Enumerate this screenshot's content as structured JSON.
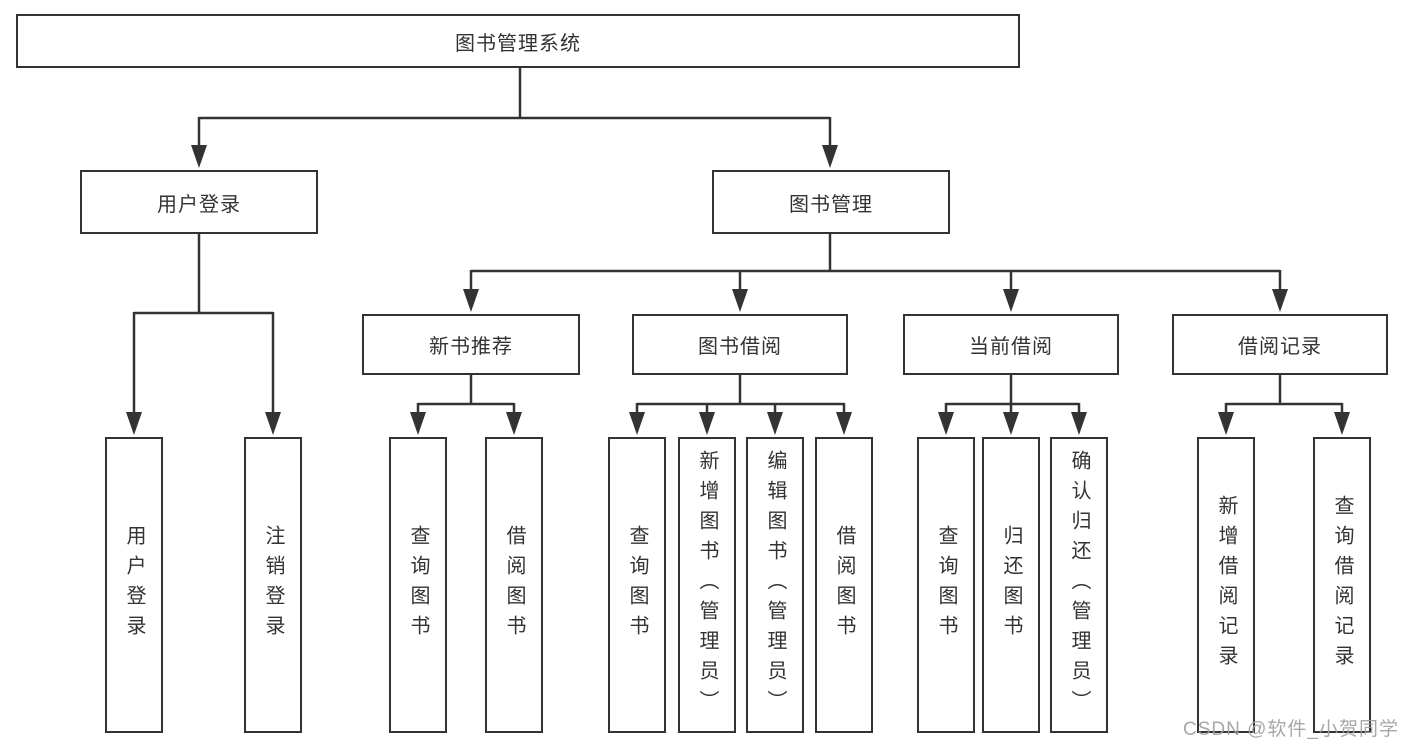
{
  "colors": {
    "line": "#333333",
    "text": "#333333",
    "box-bg": "#ffffff",
    "background": "#ffffff",
    "watermark": "#9e9e9e"
  },
  "tree": {
    "root": {
      "label": "图书管理系统"
    },
    "branches": [
      {
        "label": "用户登录",
        "children": [
          {
            "label": "用户登录"
          },
          {
            "label": "注销登录"
          }
        ]
      },
      {
        "label": "图书管理",
        "groups": [
          {
            "label": "新书推荐",
            "children": [
              {
                "label": "查询图书"
              },
              {
                "label": "借阅图书"
              }
            ]
          },
          {
            "label": "图书借阅",
            "children": [
              {
                "label": "查询图书"
              },
              {
                "label": "新增图书（管理员）"
              },
              {
                "label": "编辑图书（管理员）"
              },
              {
                "label": "借阅图书"
              }
            ]
          },
          {
            "label": "当前借阅",
            "children": [
              {
                "label": "查询图书"
              },
              {
                "label": "归还图书"
              },
              {
                "label": "确认归还（管理员）"
              }
            ]
          },
          {
            "label": "借阅记录",
            "children": [
              {
                "label": "新增借阅记录"
              },
              {
                "label": "查询借阅记录"
              }
            ]
          }
        ]
      }
    ]
  },
  "watermark": {
    "text": "CSDN @软件_小贺同学"
  }
}
